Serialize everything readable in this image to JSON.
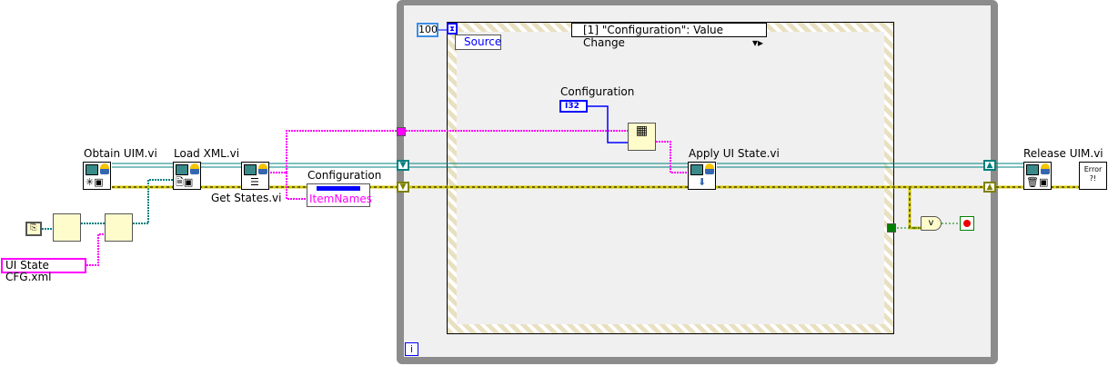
{
  "nodes": {
    "obtain": "Obtain UIM.vi",
    "load": "Load XML.vi",
    "get_states": "Get States.vi",
    "apply": "Apply UI State.vi",
    "release": "Release UIM.vi",
    "error": "Error ?!",
    "file_const": "UI State CFG.xml"
  },
  "property_node": {
    "label": "Configuration",
    "property": "ItemNames"
  },
  "event_structure": {
    "selector": "[1] \"Configuration\": Value Change",
    "timeout": "100",
    "data_node": "Source"
  },
  "terminal": {
    "label": "Configuration",
    "type": "I32"
  },
  "loop": {
    "iteration": "i"
  },
  "colors": {
    "cluster": "#008080",
    "error": "#d4c800",
    "string": "#ff00ff",
    "int": "#0000ff",
    "bool": "#008000"
  }
}
